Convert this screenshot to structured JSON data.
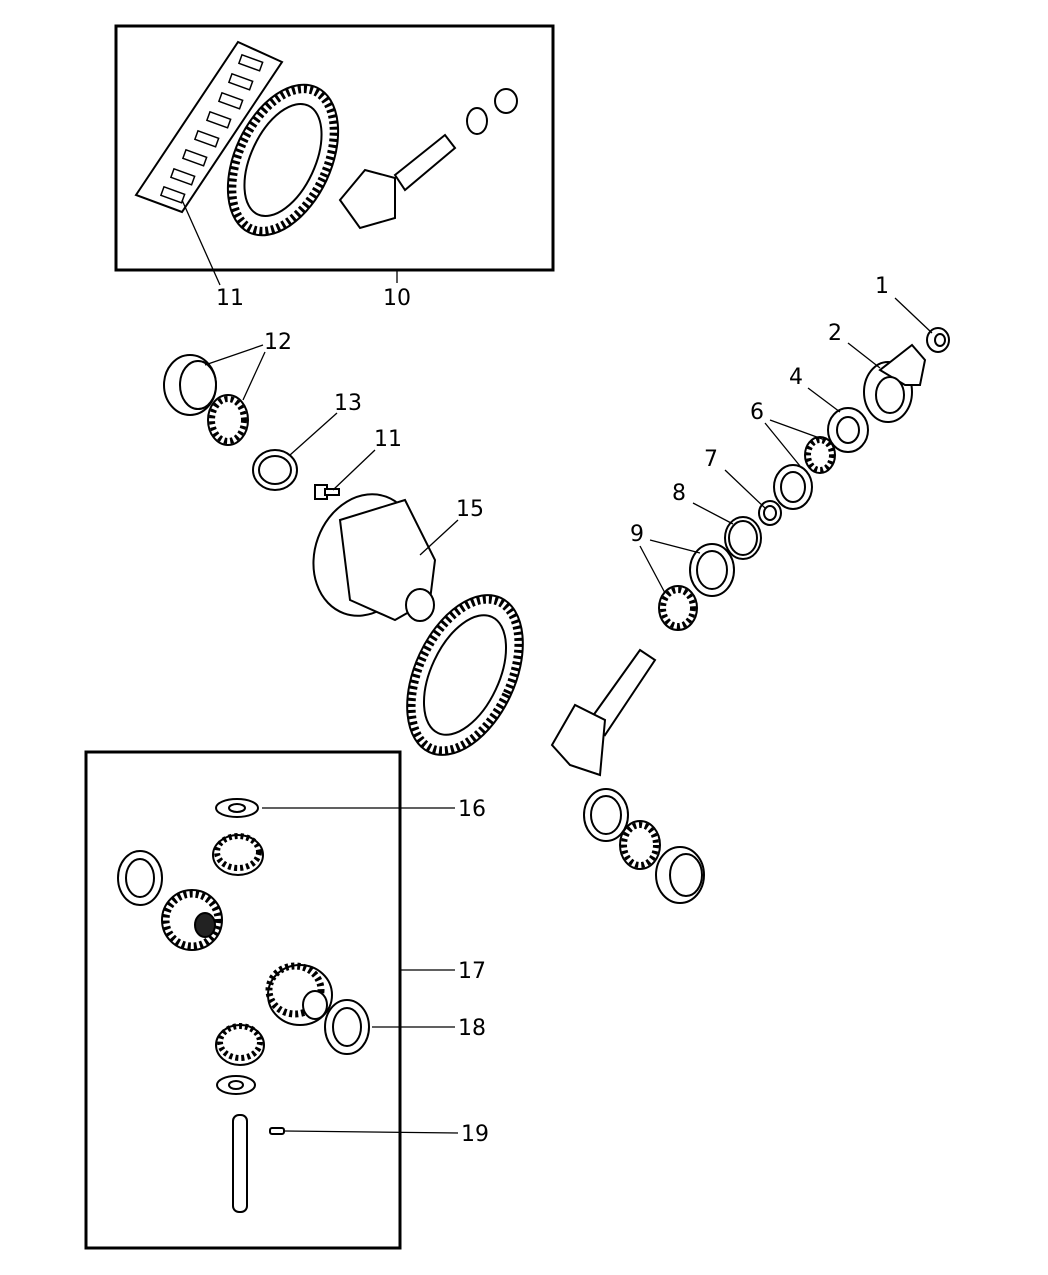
{
  "diagram": {
    "callouts": {
      "c1": "1",
      "c2": "2",
      "c4": "4",
      "c6": "6",
      "c7": "7",
      "c8": "8",
      "c9": "9",
      "c10": "10",
      "c11a": "11",
      "c12": "12",
      "c13": "13",
      "c11b": "11",
      "c15": "15",
      "c16": "16",
      "c17": "17",
      "c18": "18",
      "c19": "19"
    }
  }
}
